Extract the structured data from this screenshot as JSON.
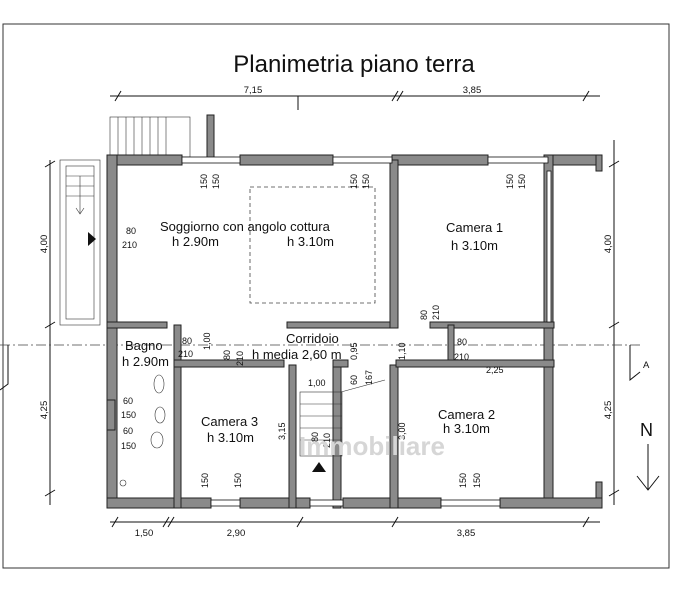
{
  "title": "Planimetria piano terra",
  "rooms": {
    "soggiorno": {
      "name": "Soggiorno con angolo cottura",
      "h1": "h 2.90m",
      "h2": "h 3.10m"
    },
    "camera1": {
      "name": "Camera 1",
      "h": "h 3.10m"
    },
    "bagno": {
      "name": "Bagno",
      "h": "h 2.90m"
    },
    "corridoio": {
      "name": "Corridoio",
      "h": "h media 2,60 m"
    },
    "camera2": {
      "name": "Camera 2",
      "h": "h 3.10m"
    },
    "camera3": {
      "name": "Camera 3",
      "h": "h 3.10m"
    }
  },
  "dimensions": {
    "top_left": "7,15",
    "top_right": "3,85",
    "left_upper": "4,00",
    "left_lower": "4,25",
    "right_upper": "4,00",
    "right_lower": "4,25",
    "bottom_1": "1,50",
    "bottom_2": "2,90",
    "bottom_3": "3,85",
    "corridor_1": "1,00",
    "corridor_2": "0,95",
    "corridor_3": "1,10",
    "corridor_4": "1,00",
    "cam2_w": "2,25",
    "cam2_h": "3,00",
    "cam3_h": "3,15"
  },
  "openings": {
    "w150": "150",
    "w80": "80",
    "w210": "210",
    "w60": "60",
    "w167": "167"
  },
  "markers": {
    "section": "A",
    "north": "N"
  },
  "watermark": "Immobiliare"
}
